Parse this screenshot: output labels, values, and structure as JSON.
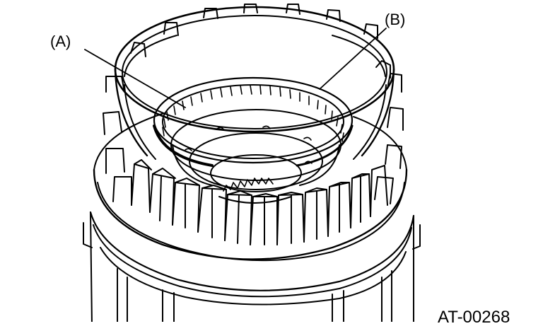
{
  "callouts": {
    "a": "(A)",
    "b": "(B)"
  },
  "figure_code": "AT-00268",
  "colors": {
    "ink": "#000000",
    "paper": "#ffffff",
    "shade": "#e6e6e6"
  }
}
